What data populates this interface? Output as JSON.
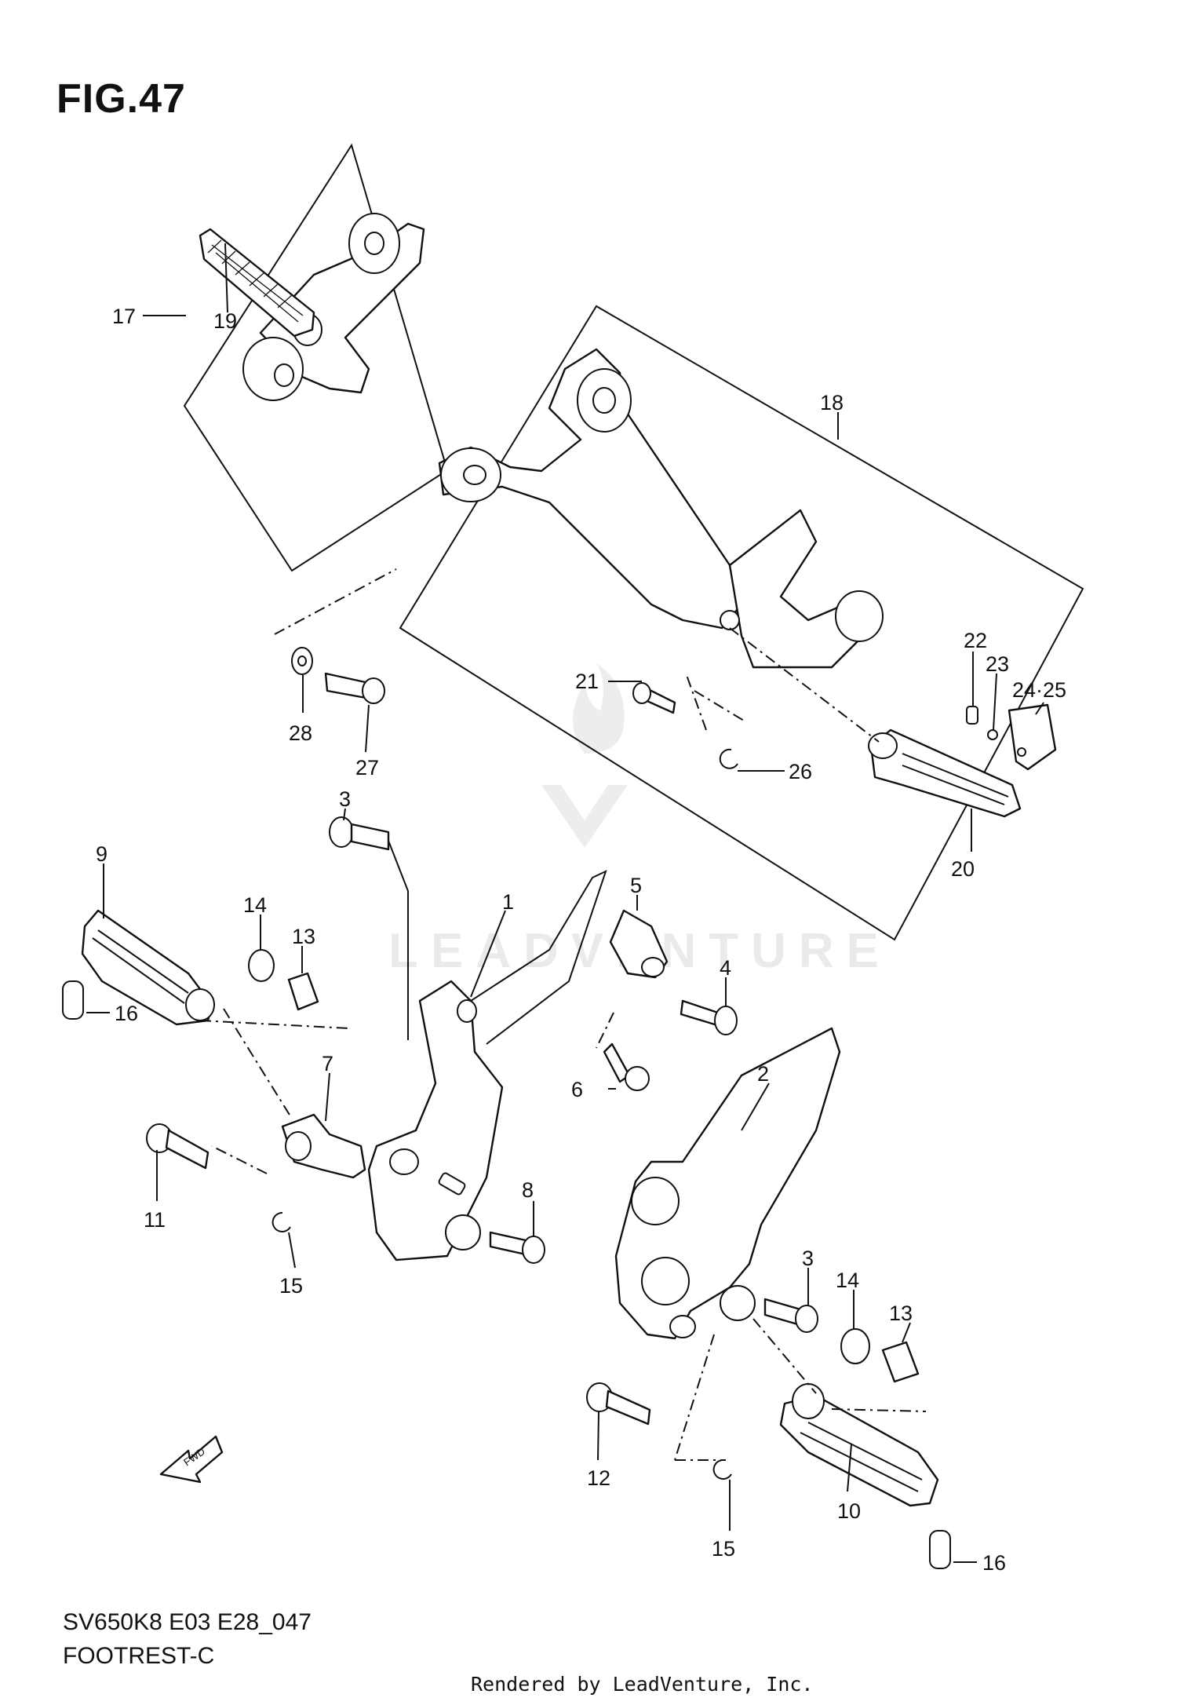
{
  "figure": {
    "title": "FIG.47",
    "model_code": "SV650K8 E03 E28_047",
    "name": "FOOTREST-C",
    "rendered_by": "Rendered by LeadVenture, Inc.",
    "watermark": "LEADVENTURE",
    "fwd_label": "FWD"
  },
  "callouts": [
    {
      "id": "c1",
      "label": "1"
    },
    {
      "id": "c2",
      "label": "2"
    },
    {
      "id": "c3a",
      "label": "3"
    },
    {
      "id": "c3b",
      "label": "3"
    },
    {
      "id": "c4",
      "label": "4"
    },
    {
      "id": "c5",
      "label": "5"
    },
    {
      "id": "c6",
      "label": "6"
    },
    {
      "id": "c7",
      "label": "7"
    },
    {
      "id": "c8",
      "label": "8"
    },
    {
      "id": "c9",
      "label": "9"
    },
    {
      "id": "c10",
      "label": "10"
    },
    {
      "id": "c11",
      "label": "11"
    },
    {
      "id": "c12",
      "label": "12"
    },
    {
      "id": "c13a",
      "label": "13"
    },
    {
      "id": "c13b",
      "label": "13"
    },
    {
      "id": "c14a",
      "label": "14"
    },
    {
      "id": "c14b",
      "label": "14"
    },
    {
      "id": "c15a",
      "label": "15"
    },
    {
      "id": "c15b",
      "label": "15"
    },
    {
      "id": "c16a",
      "label": "16"
    },
    {
      "id": "c16b",
      "label": "16"
    },
    {
      "id": "c17",
      "label": "17"
    },
    {
      "id": "c18",
      "label": "18"
    },
    {
      "id": "c19",
      "label": "19"
    },
    {
      "id": "c20",
      "label": "20"
    },
    {
      "id": "c21",
      "label": "21"
    },
    {
      "id": "c22",
      "label": "22"
    },
    {
      "id": "c23",
      "label": "23"
    },
    {
      "id": "c24",
      "label": "24·25"
    },
    {
      "id": "c26",
      "label": "26"
    },
    {
      "id": "c27",
      "label": "27"
    },
    {
      "id": "c28",
      "label": "28"
    }
  ]
}
